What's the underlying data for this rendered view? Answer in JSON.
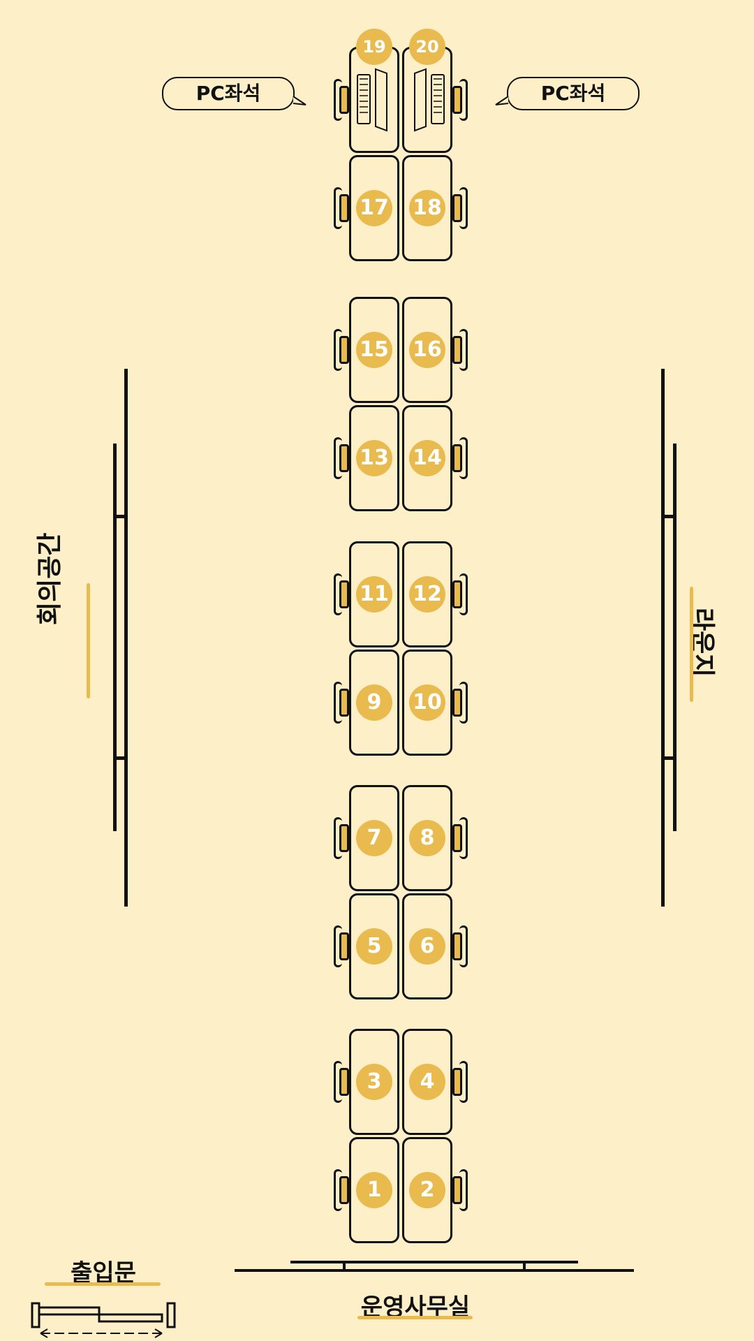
{
  "seats": [
    "1",
    "2",
    "3",
    "4",
    "5",
    "6",
    "7",
    "8",
    "9",
    "10",
    "11",
    "12",
    "13",
    "14",
    "15",
    "16",
    "17",
    "18",
    "19",
    "20"
  ],
  "labels": {
    "pc_left": "PC좌석",
    "pc_right": "PC좌석",
    "meeting_space": "회의공간",
    "lounge": "라운지",
    "entrance": "출입문",
    "office": "운영사무실"
  },
  "colors": {
    "background": "#fdefc7",
    "accent": "#e9bb4f",
    "ink": "#111111"
  }
}
